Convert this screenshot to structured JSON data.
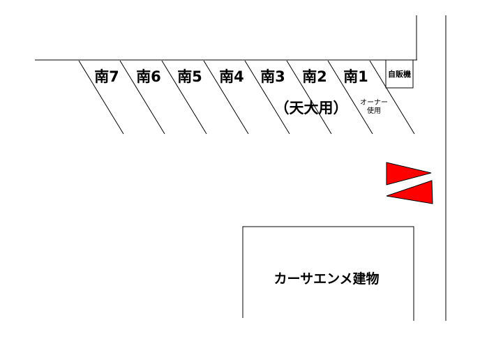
{
  "parking_spaces": [
    {
      "id": "s7",
      "label": "南7"
    },
    {
      "id": "s6",
      "label": "南6"
    },
    {
      "id": "s5",
      "label": "南5"
    },
    {
      "id": "s4",
      "label": "南4"
    },
    {
      "id": "s3",
      "label": "南3"
    },
    {
      "id": "s2",
      "label": "南2"
    },
    {
      "id": "s1",
      "label": "南1"
    }
  ],
  "note_tenten": "（天大用）",
  "owner_use_line1": "オーナー",
  "owner_use_line2": "使用",
  "vending_machine": "自販機",
  "building": "カーサエンメ建物",
  "colors": {
    "entrance_arrow": "#ff0000",
    "line": "#000000",
    "background": "#ffffff"
  },
  "icons": [
    "entrance-arrow-in-icon",
    "entrance-arrow-out-icon"
  ]
}
